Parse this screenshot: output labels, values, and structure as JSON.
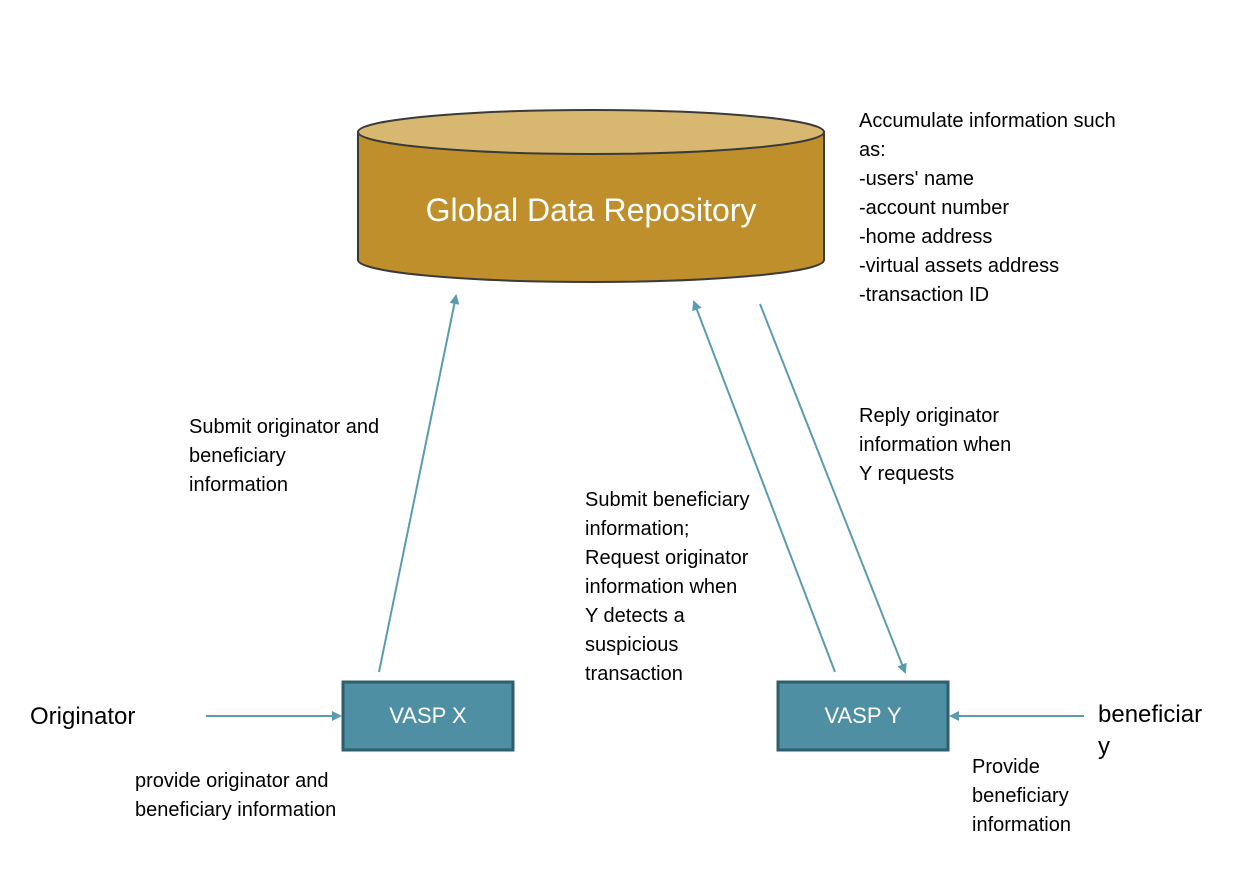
{
  "colors": {
    "cylinder_fill": "#BE8F2B",
    "cylinder_top": "#D8B870",
    "cylinder_stroke": "#3A3A3A",
    "box_fill": "#4E8FA3",
    "box_stroke": "#2E5E6C",
    "arrow": "#5B9BB0"
  },
  "repository": {
    "label": "Global Data Repository"
  },
  "vasp_x": {
    "label": "VASP X"
  },
  "vasp_y": {
    "label": "VASP Y"
  },
  "originator": {
    "label": "Originator"
  },
  "beneficiary": {
    "label_line1": "beneficiar",
    "label_line2": "y"
  },
  "notes": {
    "accumulate": {
      "line1": "Accumulate information such",
      "line2": "as:",
      "line3": "-users' name",
      "line4": "-account number",
      "line5": "-home address",
      "line6": "-virtual assets address",
      "line7": "-transaction ID"
    },
    "submit_originator": {
      "line1": "Submit originator and",
      "line2": "beneficiary",
      "line3": "information"
    },
    "submit_beneficiary": {
      "line1": "Submit beneficiary",
      "line2": "information;",
      "line3": "Request originator",
      "line4": "information when",
      "line5": "Y detects a",
      "line6": "suspicious",
      "line7": "transaction"
    },
    "reply_originator": {
      "line1": "Reply originator",
      "line2": "information when",
      "line3": "Y requests"
    },
    "provide_originator": {
      "line1": "provide originator and",
      "line2": "beneficiary information"
    },
    "provide_beneficiary": {
      "line1": "Provide",
      "line2": "beneficiary",
      "line3": "information"
    }
  }
}
